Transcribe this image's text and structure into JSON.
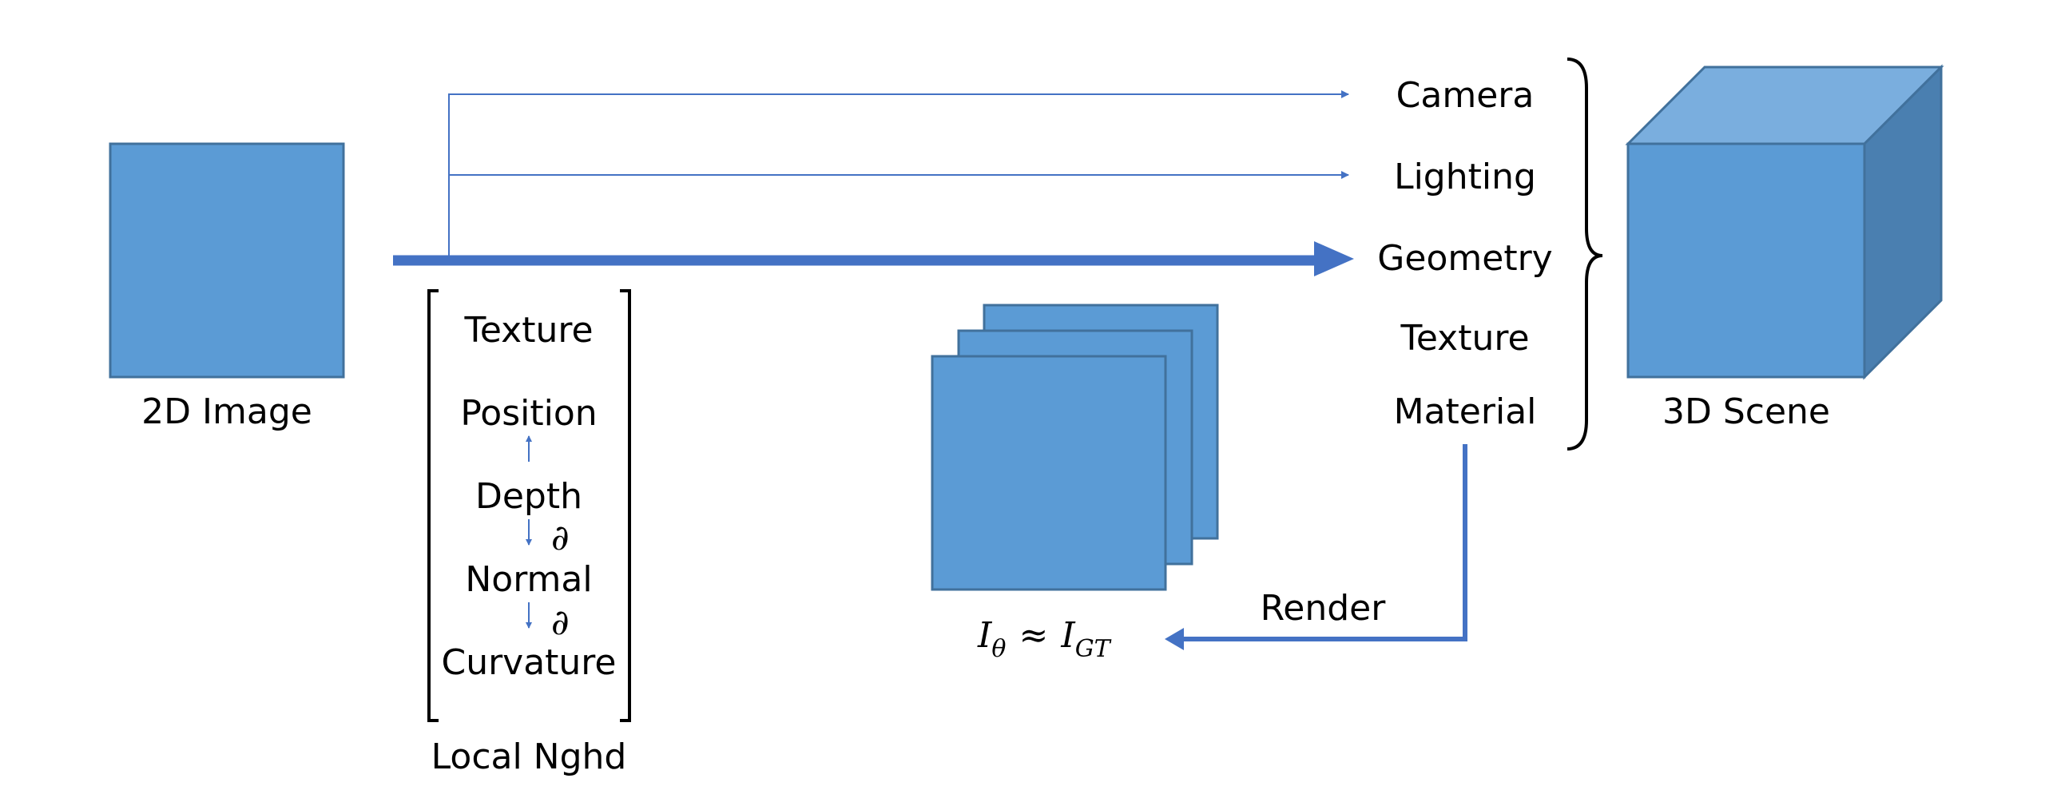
{
  "colors": {
    "box_fill": "#5b9bd5",
    "box_stroke": "#41719c",
    "arrow": "#4472c4",
    "cube_top": "#7aaede",
    "cube_side": "#4a7fb0",
    "text": "#000000"
  },
  "input": {
    "label": "2D Image"
  },
  "local_neighborhood": {
    "items": [
      "Texture",
      "Position",
      "Depth",
      "Normal",
      "Curvature"
    ],
    "derivative_symbol": "∂",
    "caption": "Local Nghd"
  },
  "scene_params": {
    "items": [
      "Camera",
      "Lighting",
      "Geometry",
      "Texture",
      "Material"
    ]
  },
  "output": {
    "label": "3D Scene"
  },
  "render": {
    "label": "Render",
    "equation": {
      "left": "I",
      "left_sub": "θ",
      "op": "≈",
      "right": "I",
      "right_sub": "GT"
    }
  }
}
